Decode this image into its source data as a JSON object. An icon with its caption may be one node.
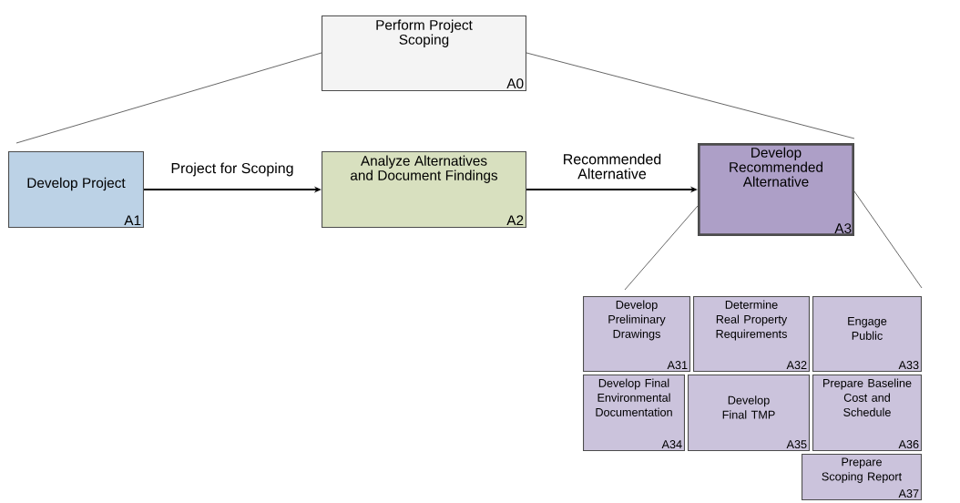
{
  "diagram": {
    "nodes": [
      {
        "text": [
          "Perform Project Scoping",
          "A0"
        ]
      },
      {
        "text": [
          "Develop Project",
          "A1"
        ]
      },
      {
        "text": [
          "Analyze Alternatives and Document Findings",
          "A2"
        ]
      },
      {
        "text": [
          "Develop Recommended Alternative",
          "A3"
        ]
      },
      {
        "text": [
          "Develop Preliminary Drawings",
          "A31"
        ]
      },
      {
        "text": [
          "Determine Real Property Requirements",
          "A32"
        ]
      },
      {
        "text": [
          "Engage Public",
          "A33"
        ]
      },
      {
        "text": [
          "Develop Final Environmental Documentation",
          "A34"
        ]
      },
      {
        "text": [
          "Develop Final TMP",
          "A35"
        ]
      },
      {
        "text": [
          "Prepare Baseline Cost and Schedule",
          "A36"
        ]
      },
      {
        "text": [
          "Prepare Scoping Report",
          "A37"
        ]
      }
    ],
    "edges": [
      {
        "from": 1,
        "to": 2,
        "arrow": "to",
        "label": "Project for Scoping"
      },
      {
        "from": 2,
        "to": 3,
        "arrow": "to",
        "label": "Recommended Alternative"
      }
    ]
  }
}
